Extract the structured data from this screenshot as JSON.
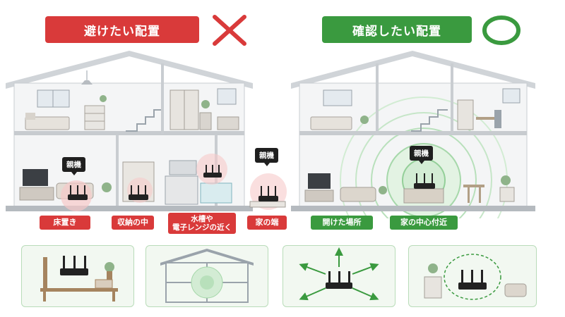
{
  "avoid": {
    "title": "避けたい配置",
    "tag": "親機",
    "tag2": "親機",
    "labels": [
      "床置き",
      "収納の中",
      "水槽や",
      "電子レンジの近く",
      "家の端"
    ]
  },
  "check": {
    "title": "確認したい配置",
    "tag": "親機",
    "labels": [
      "開けた場所",
      "家の中心付近"
    ]
  },
  "colors": {
    "red": "#d93a3a",
    "green": "#3a9a3f",
    "panel_border": "#b9dcb9"
  },
  "icons": [
    "cross-icon",
    "circle-icon",
    "router-icon",
    "arrow-icon"
  ]
}
